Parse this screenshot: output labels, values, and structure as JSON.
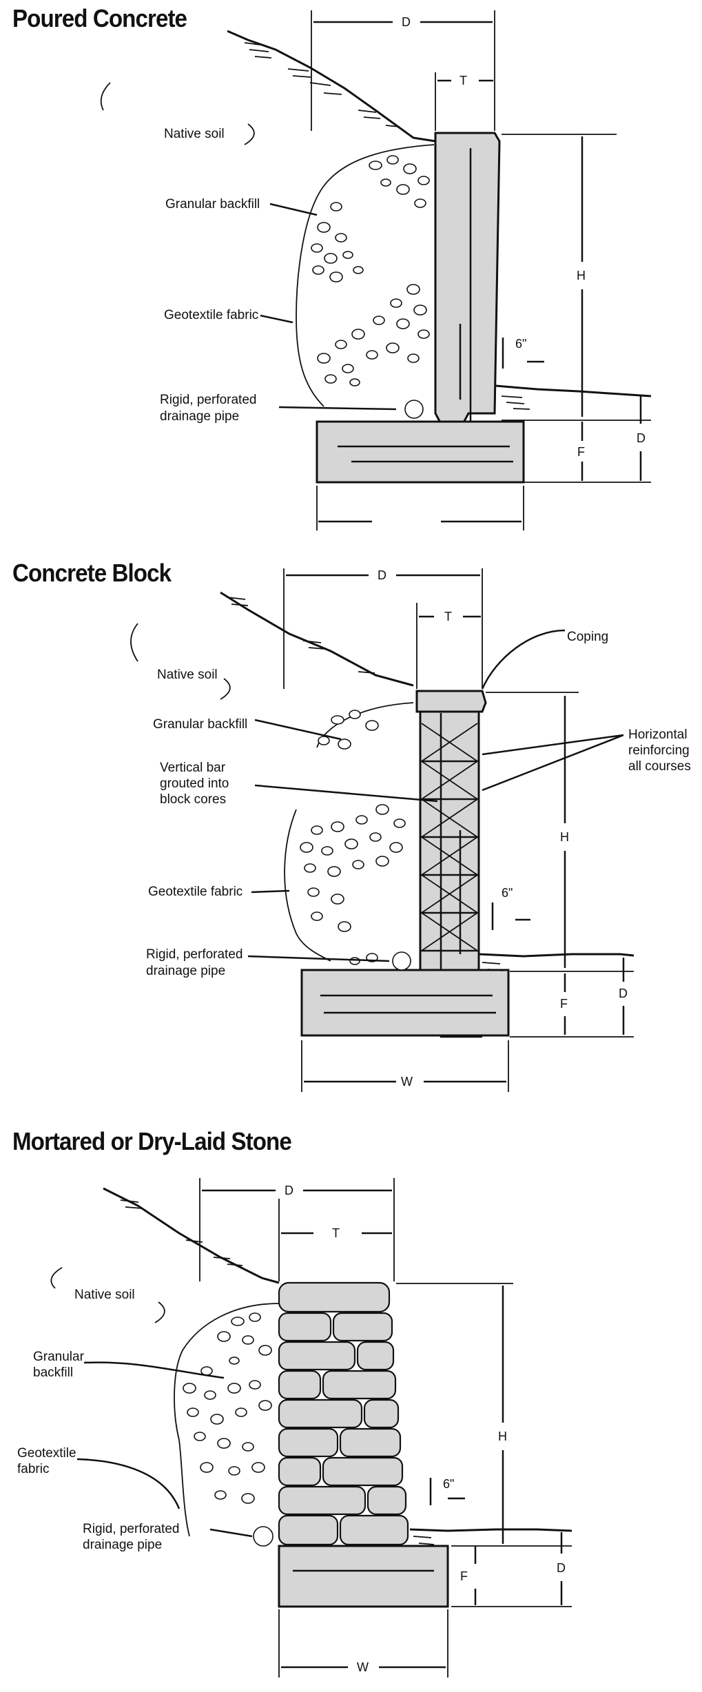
{
  "panels": [
    {
      "title": "Poured Concrete",
      "labels": {
        "native_soil": "Native soil",
        "granular_backfill": "Granular backfill",
        "geotextile_fabric": "Geotextile fabric",
        "drainage_pipe_1": "Rigid, perforated",
        "drainage_pipe_2": "drainage pipe"
      },
      "dims": {
        "D": "D",
        "T": "T",
        "H": "H",
        "six": "6\"",
        "F": "F",
        "D2": "D"
      }
    },
    {
      "title": "Concrete Block",
      "labels": {
        "coping": "Coping",
        "native_soil": "Native soil",
        "granular_backfill": "Granular backfill",
        "vertical_bar_1": "Vertical bar",
        "vertical_bar_2": "grouted into",
        "vertical_bar_3": "block cores",
        "horizontal_1": "Horizontal",
        "horizontal_2": "reinforcing",
        "horizontal_3": "all courses",
        "geotextile_fabric": "Geotextile fabric",
        "drainage_pipe_1": "Rigid, perforated",
        "drainage_pipe_2": "drainage pipe"
      },
      "dims": {
        "D": "D",
        "T": "T",
        "H": "H",
        "six": "6\"",
        "F": "F",
        "D2": "D",
        "W": "W"
      }
    },
    {
      "title": "Mortared or Dry-Laid Stone",
      "labels": {
        "native_soil": "Native soil",
        "granular_1": "Granular",
        "granular_2": "backfill",
        "geotextile_1": "Geotextile",
        "geotextile_2": "fabric",
        "drainage_pipe_1": "Rigid, perforated",
        "drainage_pipe_2": "drainage pipe"
      },
      "dims": {
        "D": "D",
        "T": "T",
        "H": "H",
        "six": "6\"",
        "F": "F",
        "D2": "D",
        "W": "W"
      }
    }
  ]
}
